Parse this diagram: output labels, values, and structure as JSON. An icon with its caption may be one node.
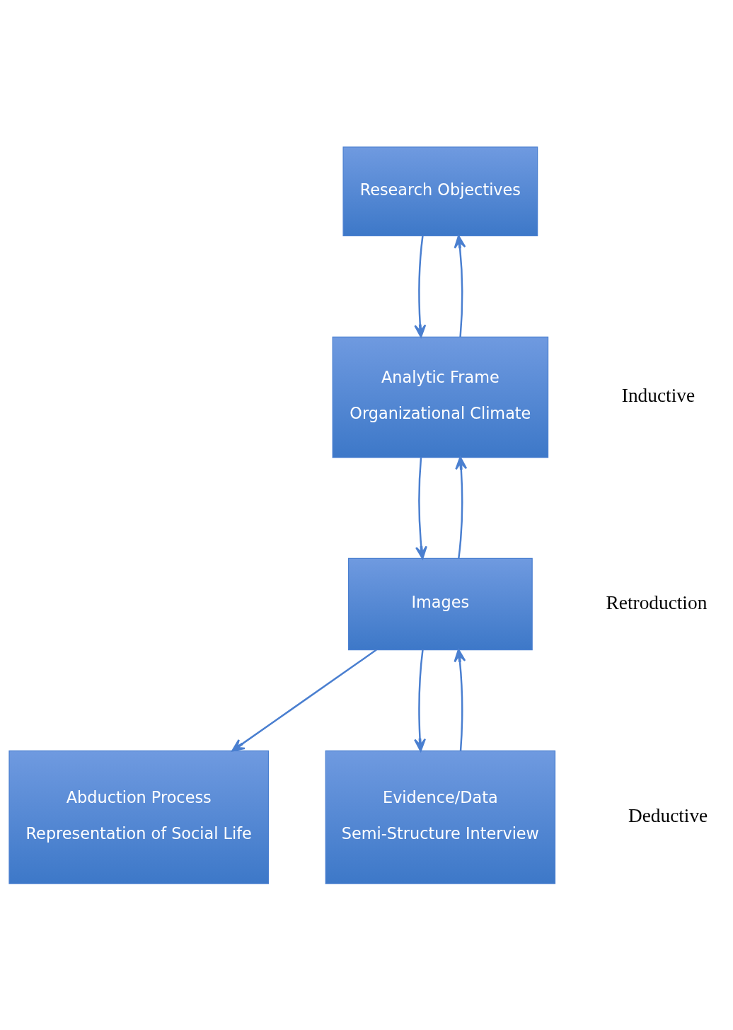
{
  "diagram": {
    "nodes": [
      {
        "text": [
          "Research Objectives"
        ]
      },
      {
        "text": [
          "Analytic Frame",
          "Organizational Climate"
        ]
      },
      {
        "text": [
          "Images"
        ]
      },
      {
        "text": [
          "Abduction Process",
          "Representation of Social Life"
        ]
      },
      {
        "text": [
          "Evidence/Data",
          "Semi-Structure Interview"
        ]
      }
    ],
    "edges": [
      {
        "from": 0,
        "to": 1,
        "arrow": "to"
      },
      {
        "from": 1,
        "to": 0,
        "arrow": "to"
      },
      {
        "from": 1,
        "to": 2,
        "arrow": "to"
      },
      {
        "from": 2,
        "to": 1,
        "arrow": "to"
      },
      {
        "from": 2,
        "to": 3,
        "arrow": "to"
      },
      {
        "from": 4,
        "to": 2,
        "arrow": "to"
      },
      {
        "from": 2,
        "to": 4,
        "arrow": "to"
      }
    ],
    "labels": [
      "Inductive",
      "Retroduction",
      "Deductive"
    ]
  }
}
